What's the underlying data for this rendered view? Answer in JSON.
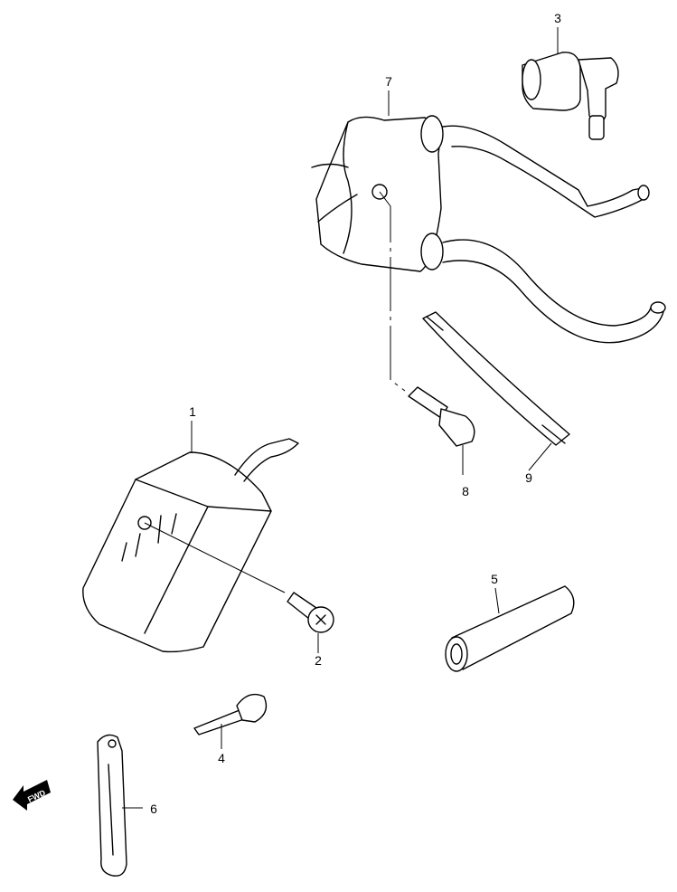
{
  "diagram": {
    "callouts": [
      {
        "number": "1",
        "part": "igniter-unit"
      },
      {
        "number": "2",
        "part": "screw"
      },
      {
        "number": "3",
        "part": "spark-plug-cap"
      },
      {
        "number": "4",
        "part": "bolt"
      },
      {
        "number": "5",
        "part": "sleeve"
      },
      {
        "number": "6",
        "part": "band-strap"
      },
      {
        "number": "7",
        "part": "ignition-coil"
      },
      {
        "number": "8",
        "part": "bolt"
      },
      {
        "number": "9",
        "part": "hose"
      }
    ],
    "direction_marker": "FWD"
  }
}
